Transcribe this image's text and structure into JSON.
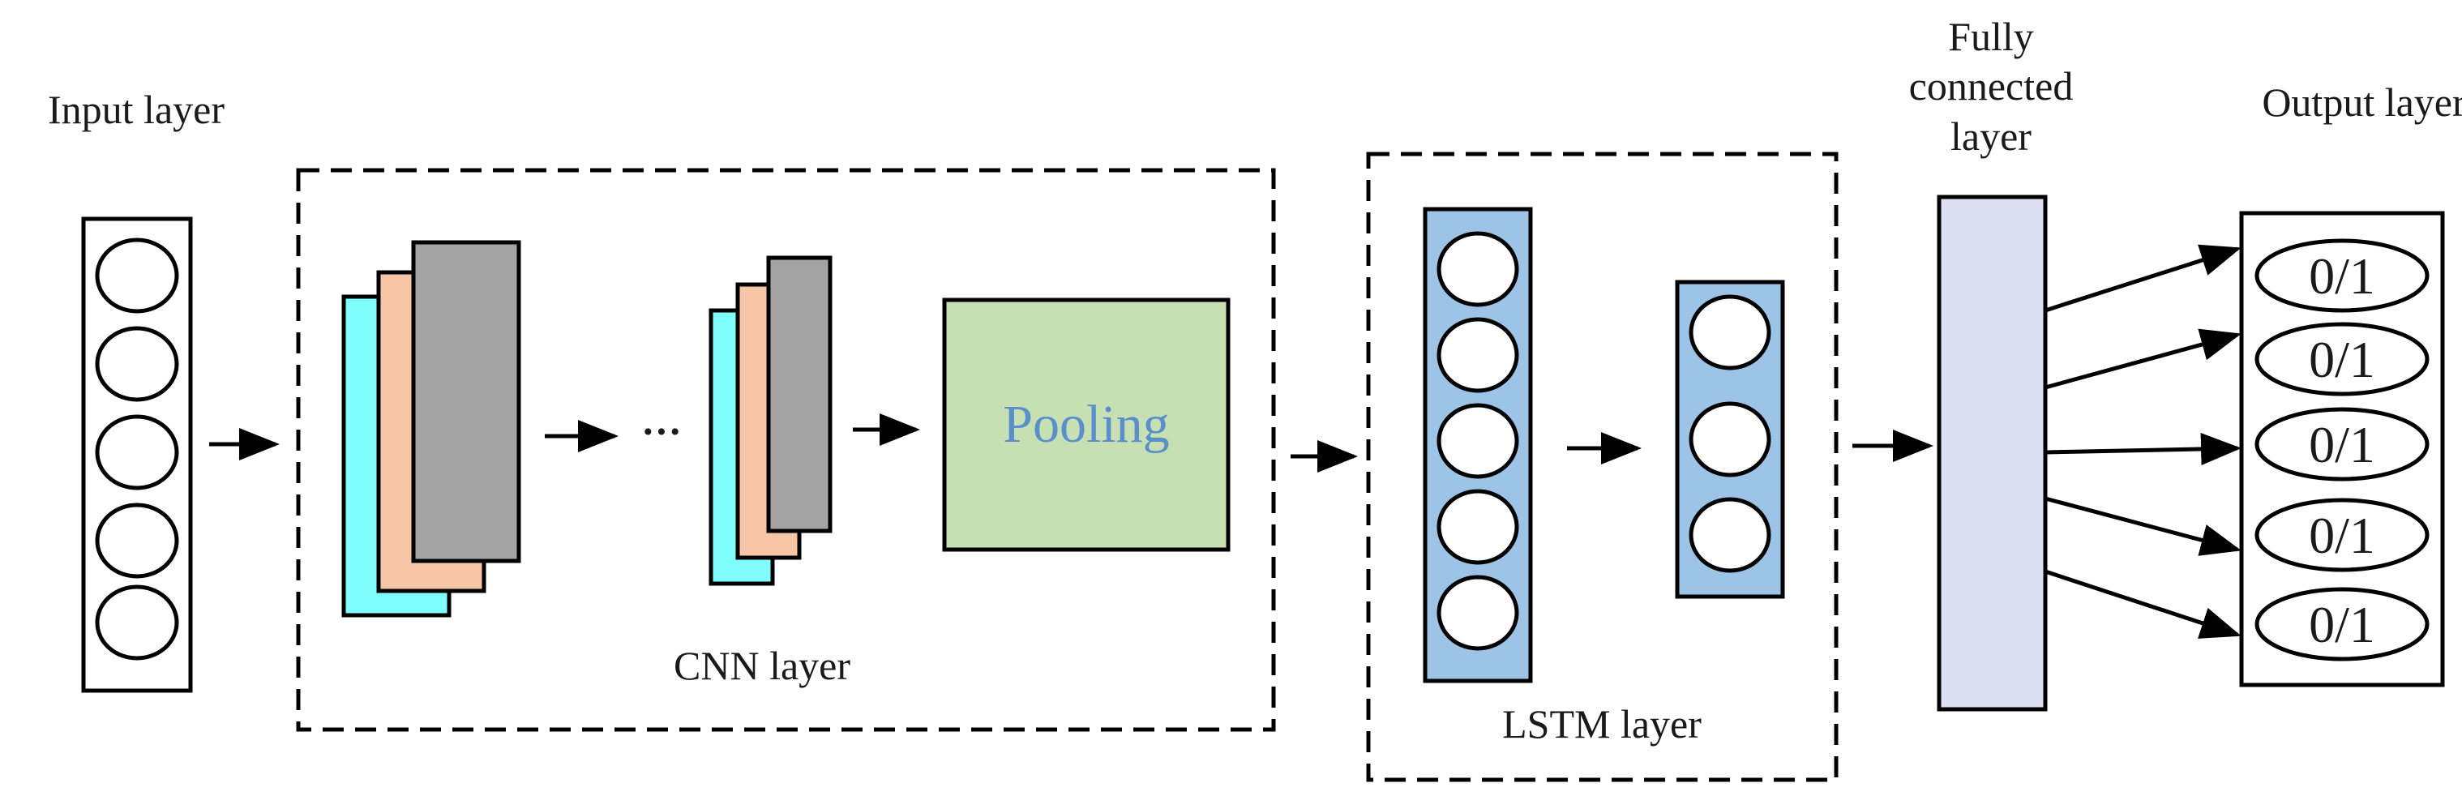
{
  "diagram": {
    "labels": {
      "input": "Input layer",
      "cnn": "CNN layer",
      "pooling": "Pooling",
      "lstm": "LSTM layer",
      "fc_line1": "Fully",
      "fc_line2": "connected",
      "fc_line3": "layer",
      "output": "Output layer"
    },
    "ellipsis": "···",
    "outputs": [
      "0/1",
      "0/1",
      "0/1",
      "0/1",
      "0/1"
    ],
    "colors": {
      "cnn_map_cyan": "#80ffff",
      "cnn_map_peach": "#f7c6a6",
      "cnn_map_gray": "#a3a3a3",
      "pooling_fill": "#c6e0b3",
      "pooling_text": "#5b8fcb",
      "lstm_fill": "#9dc3e6",
      "fc_fill": "#dae0f2"
    }
  }
}
